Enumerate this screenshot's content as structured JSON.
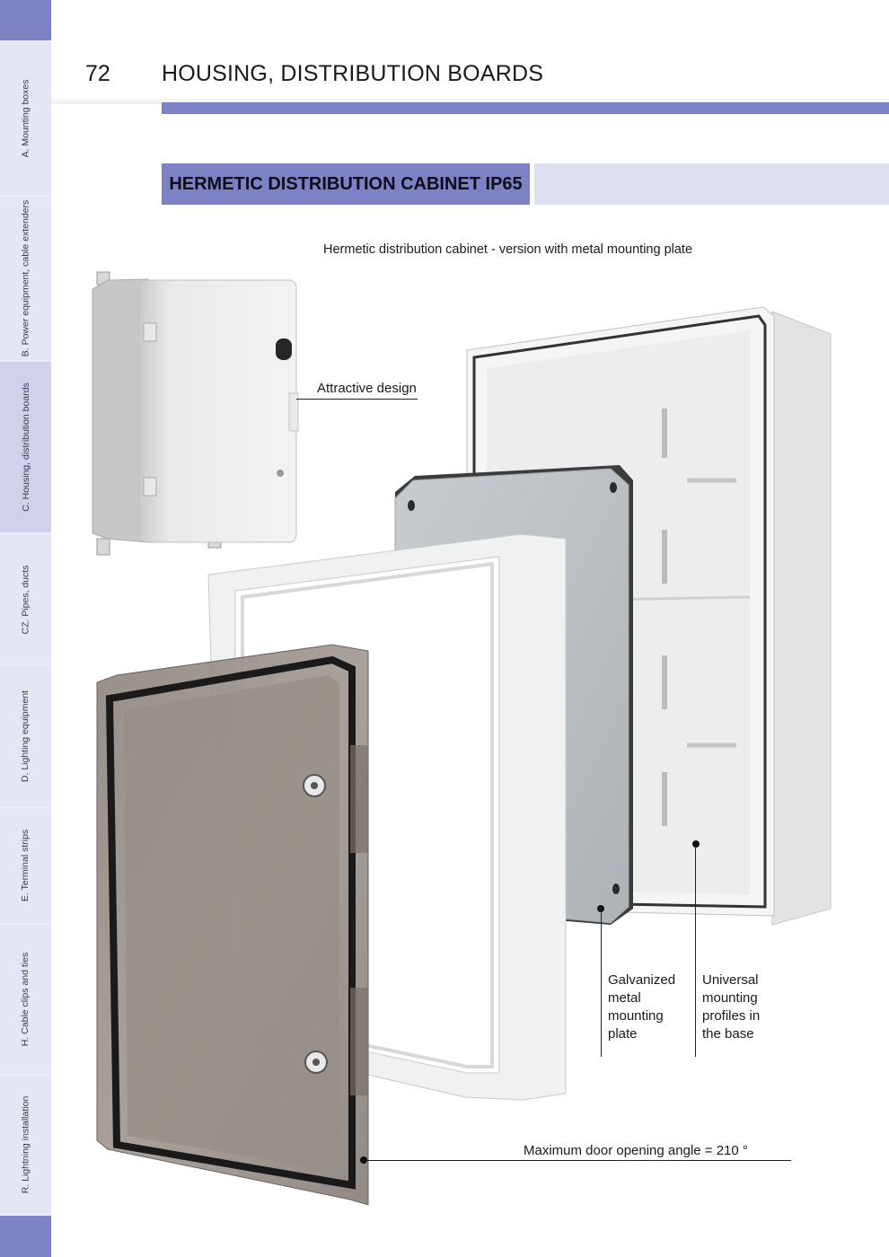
{
  "page": {
    "number": "72",
    "header": "HOUSING, DISTRIBUTION BOARDS",
    "section_title": "HERMETIC DISTRIBUTION CABINET IP65",
    "subtitle": "Hermetic distribution cabinet - version with metal mounting plate"
  },
  "sidebar": {
    "tabs": [
      {
        "label": "A. Mounting boxes",
        "active": false
      },
      {
        "label": "B. Power equipment, cable extenders",
        "active": false
      },
      {
        "label": "C. Housing, distribution boards",
        "active": true
      },
      {
        "label": "CZ. Pipes, ducts",
        "active": false
      },
      {
        "label": "D. Lighting equipment",
        "active": false
      },
      {
        "label": "E. Terminal strips",
        "active": false
      },
      {
        "label": "H. Cable clips and ties",
        "active": false
      },
      {
        "label": "R. Lightning installation",
        "active": false
      }
    ]
  },
  "annotations": {
    "design": "Attractive design",
    "plate": [
      "Galvanized",
      "metal",
      "mounting",
      "plate"
    ],
    "profiles": [
      "Universal",
      "mounting",
      "profiles in",
      "the base"
    ],
    "door_angle": "Maximum door opening angle = 210 °"
  },
  "colors": {
    "accent": "#7d82c4",
    "accent_light": "#dde0f0",
    "sidebar_bg": "#eceef6"
  }
}
